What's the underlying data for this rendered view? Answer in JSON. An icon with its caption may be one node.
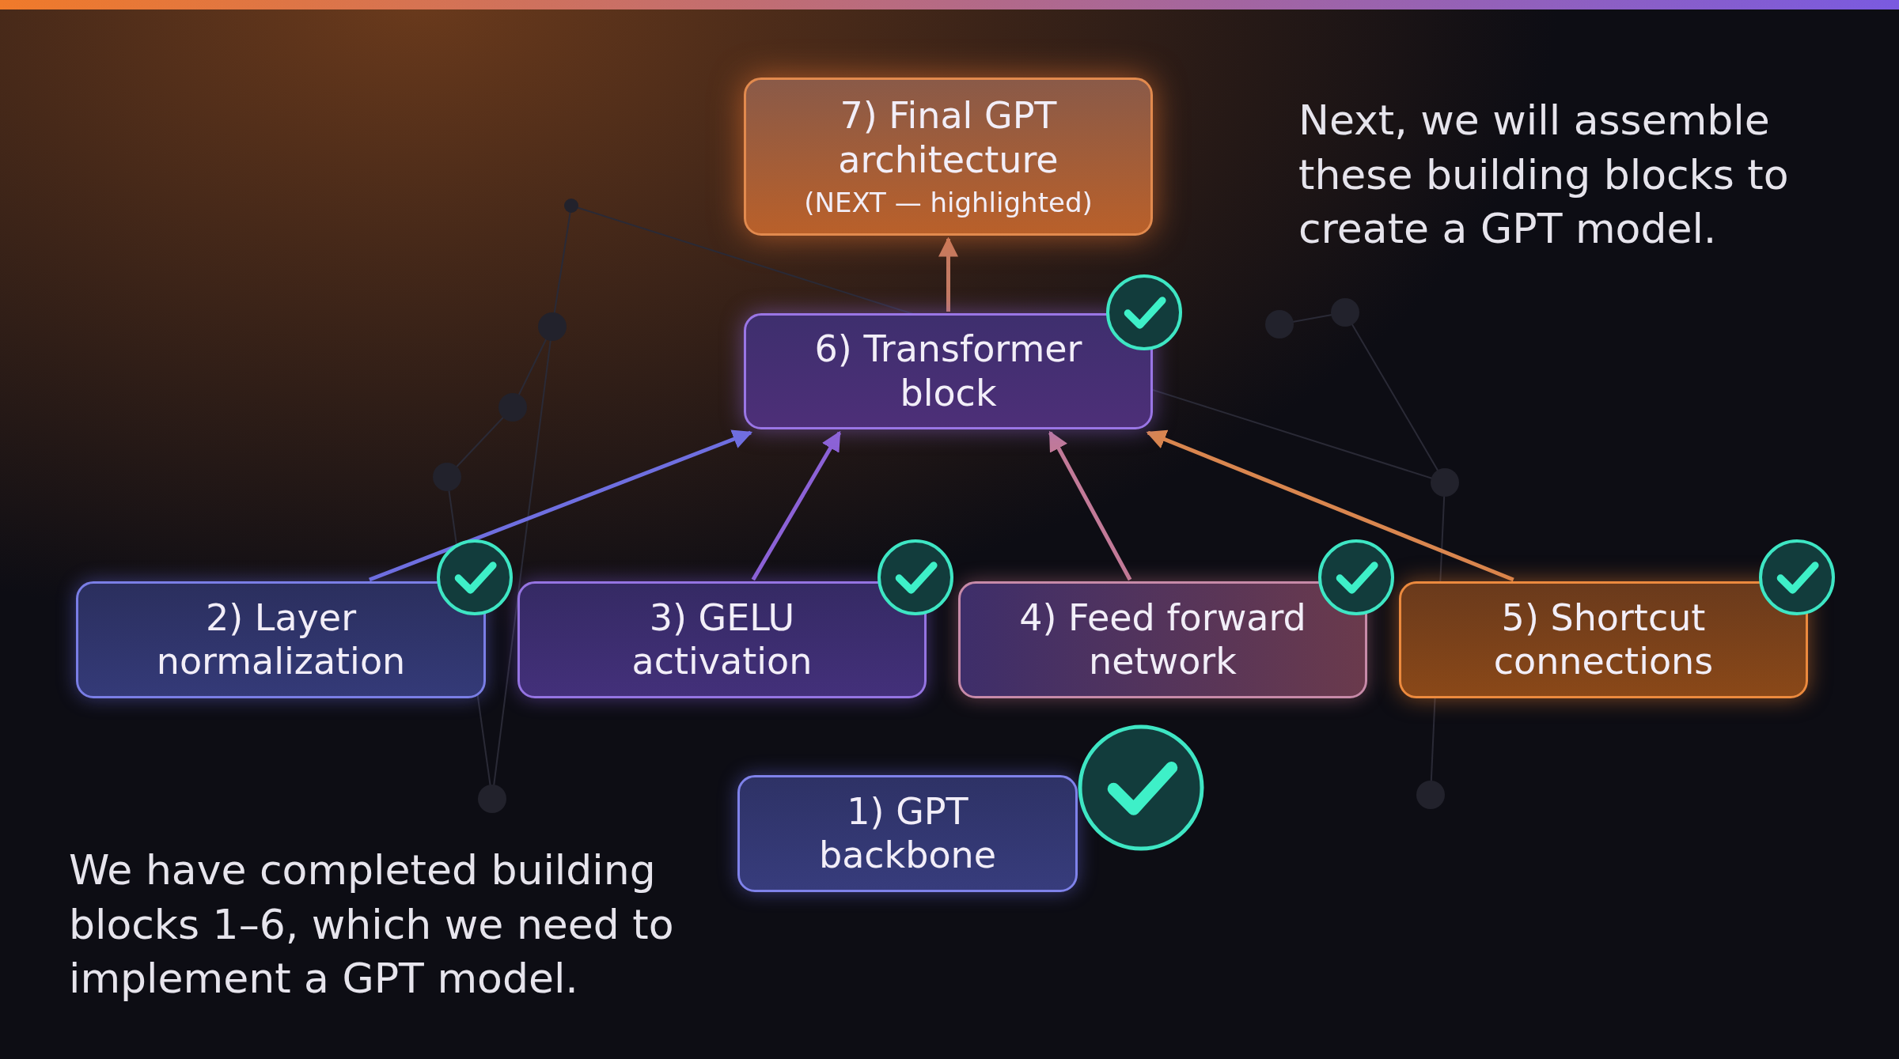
{
  "diagram": {
    "nodes": [
      {
        "text": [
          "7) Final GPT architecture",
          "(NEXT — highlighted)"
        ]
      },
      {
        "text": [
          "6) Transformer block"
        ]
      },
      {
        "text": [
          "2) Layer normalization"
        ]
      },
      {
        "text": [
          "3) GELU activation"
        ]
      },
      {
        "text": [
          "4) Feed forward network"
        ]
      },
      {
        "text": [
          "5) Shortcut connections"
        ]
      },
      {
        "text": [
          "1) GPT backbone"
        ]
      }
    ],
    "edges": [
      {
        "from": 1,
        "to": 0,
        "arrow": "to",
        "color": "#c47a62"
      },
      {
        "from": 2,
        "to": 1,
        "arrow": "to",
        "color": "#6f6fe0"
      },
      {
        "from": 3,
        "to": 1,
        "arrow": "to",
        "color": "#8c62d6"
      },
      {
        "from": 4,
        "to": 1,
        "arrow": "to",
        "color": "#c27a98"
      },
      {
        "from": 5,
        "to": 1,
        "arrow": "to",
        "color": "#d9864f"
      }
    ],
    "labels": [
      "Next, we will assemble these building blocks to create a GPT model.",
      "We have completed building blocks 1–6, which we need to implement a GPT model."
    ]
  }
}
